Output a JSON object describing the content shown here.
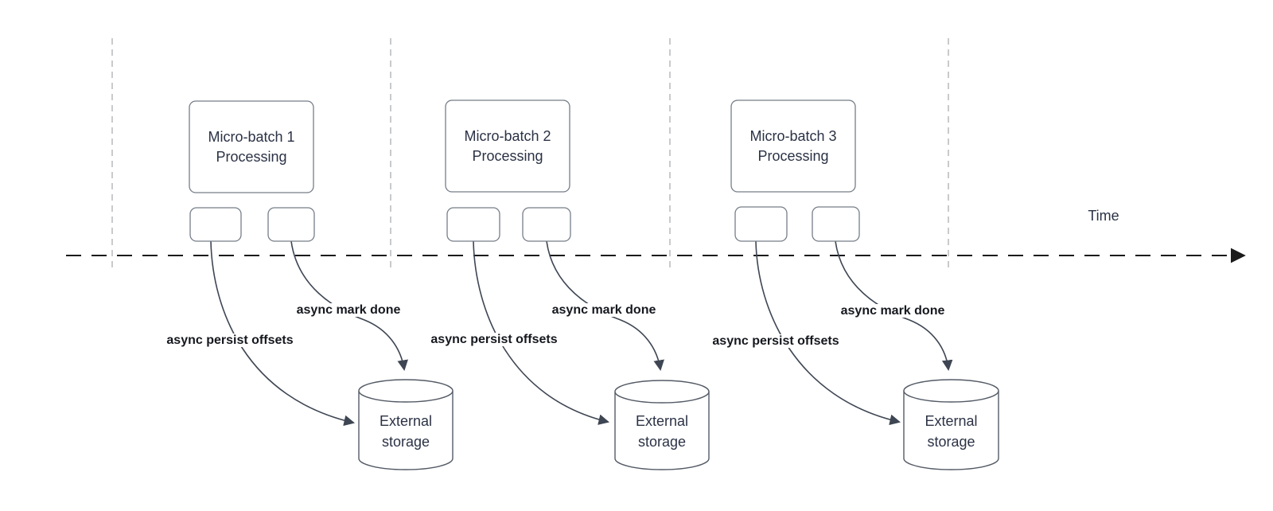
{
  "diagram": {
    "time_axis": {
      "label": "Time"
    },
    "groups": [
      {
        "box_label": "Micro-batch 1\nProcessing",
        "persist_label": "async persist offsets",
        "done_label": "async mark done",
        "storage_label": "External\nstorage"
      },
      {
        "box_label": "Micro-batch 2\nProcessing",
        "persist_label": "async persist offsets",
        "done_label": "async mark done",
        "storage_label": "External\nstorage"
      },
      {
        "box_label": "Micro-batch 3\nProcessing",
        "persist_label": "async persist offsets",
        "done_label": "async mark done",
        "storage_label": "External\nstorage"
      }
    ],
    "colors": {
      "background": "#ffffff",
      "text": "#2b3245",
      "async_label_text": "#15181e",
      "box_border": "#767e88",
      "cylinder_border": "#545b66",
      "guide_line": "#b5b8bc",
      "axis_line": "#1b1b1b",
      "curve": "#3e4653"
    }
  }
}
